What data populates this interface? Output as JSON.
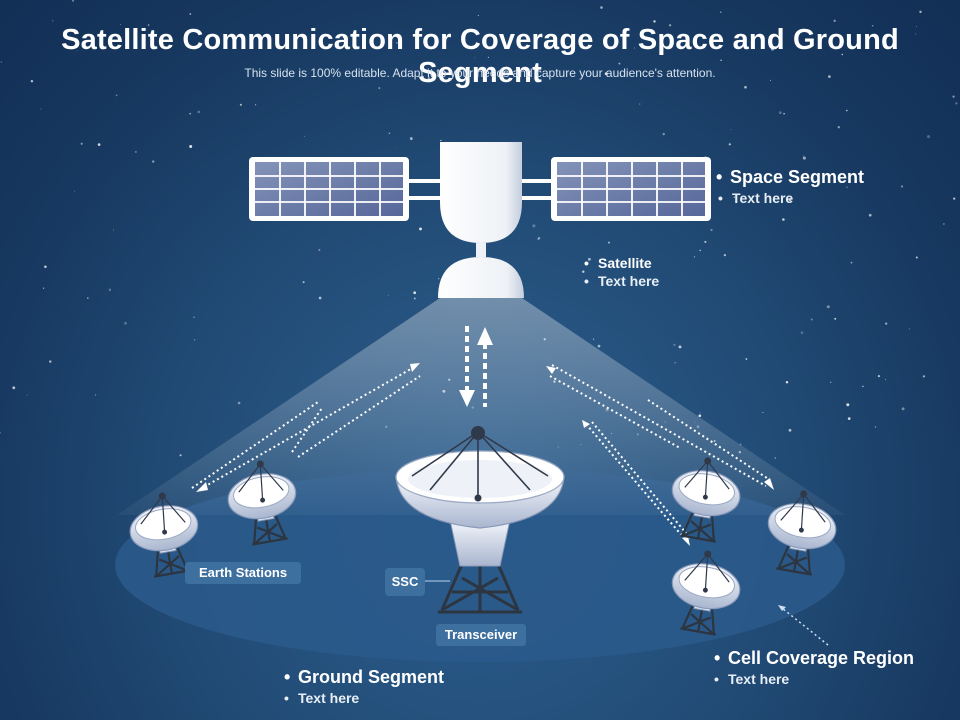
{
  "title": "Satellite Communication for Coverage of Space and Ground Segment",
  "subtitle": "This slide is 100% editable. Adapt it to your needs and capture your audience's attention.",
  "space_segment": {
    "heading": "Space Segment",
    "text": "Text here"
  },
  "satellite": {
    "heading": "Satellite",
    "text": "Text here"
  },
  "ground_segment": {
    "heading": "Ground Segment",
    "text": "Text here"
  },
  "cell_coverage": {
    "heading": "Cell Coverage Region",
    "text": "Text here"
  },
  "labels": {
    "earth_stations": "Earth Stations",
    "ssc": "SSC",
    "transceiver": "Transceiver"
  },
  "bullet_char": "•",
  "colors": {
    "background": "#1c4470",
    "coverage_ellipse": "#2a5a8b",
    "label_box": "#3d6f9f",
    "dish": "#e6ecf6",
    "panel": "#6e7fa6"
  },
  "icons": [
    "satellite-icon",
    "dish-antenna-icon",
    "arrow-icon"
  ]
}
